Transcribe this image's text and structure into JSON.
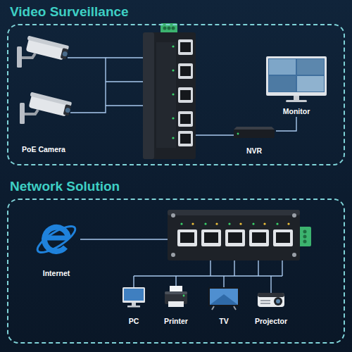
{
  "diagram": {
    "nodes": [
      {
        "text": [
          "Video Surveillance"
        ]
      },
      {
        "text": [
          "PoE Camera"
        ],
        "in": 0
      },
      {
        "text": [
          "Monitor"
        ],
        "in": 0
      },
      {
        "text": [
          "NVR"
        ],
        "in": 0
      },
      {
        "text": [
          "Network Solution"
        ]
      },
      {
        "text": [
          "Internet"
        ],
        "in": 4
      },
      {
        "text": [
          "PC"
        ],
        "in": 4
      },
      {
        "text": [
          "Printer"
        ],
        "in": 4
      },
      {
        "text": [
          "TV"
        ],
        "in": 4
      },
      {
        "text": [
          "Projector"
        ],
        "in": 4
      }
    ],
    "edges": [
      {
        "from": 3,
        "to": 2,
        "arrow": "none"
      }
    ]
  }
}
